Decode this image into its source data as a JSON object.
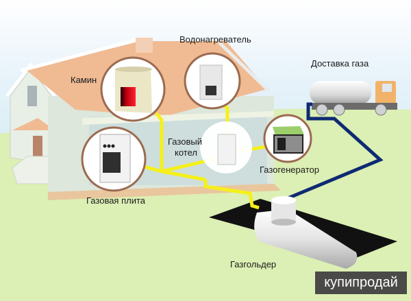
{
  "diagram": {
    "title": "Схема газоснабжения дома",
    "labels": {
      "fireplace": "Камин",
      "water_heater": "Водонагреватель",
      "gas_delivery": "Доставка газа",
      "gas_boiler_line1": "Газовый",
      "gas_boiler_line2": "котел",
      "gas_generator": "Газогенератор",
      "gas_stove": "Газовая плита",
      "gas_holder": "Газгольдер"
    },
    "watermark": "купипродай",
    "colors": {
      "sky": "#eaf4fb",
      "ground": "#dcefb4",
      "roof": "#f0bb93",
      "wall": "#e9efe5",
      "gas_pipe_yellow": "#f5f01a",
      "delivery_pipe_blue": "#0e2a73",
      "pit": "#111111",
      "tank": "#e8e8e8",
      "truck_cab": "#f1b36a",
      "fireplace_fire": "#e0101a"
    }
  }
}
